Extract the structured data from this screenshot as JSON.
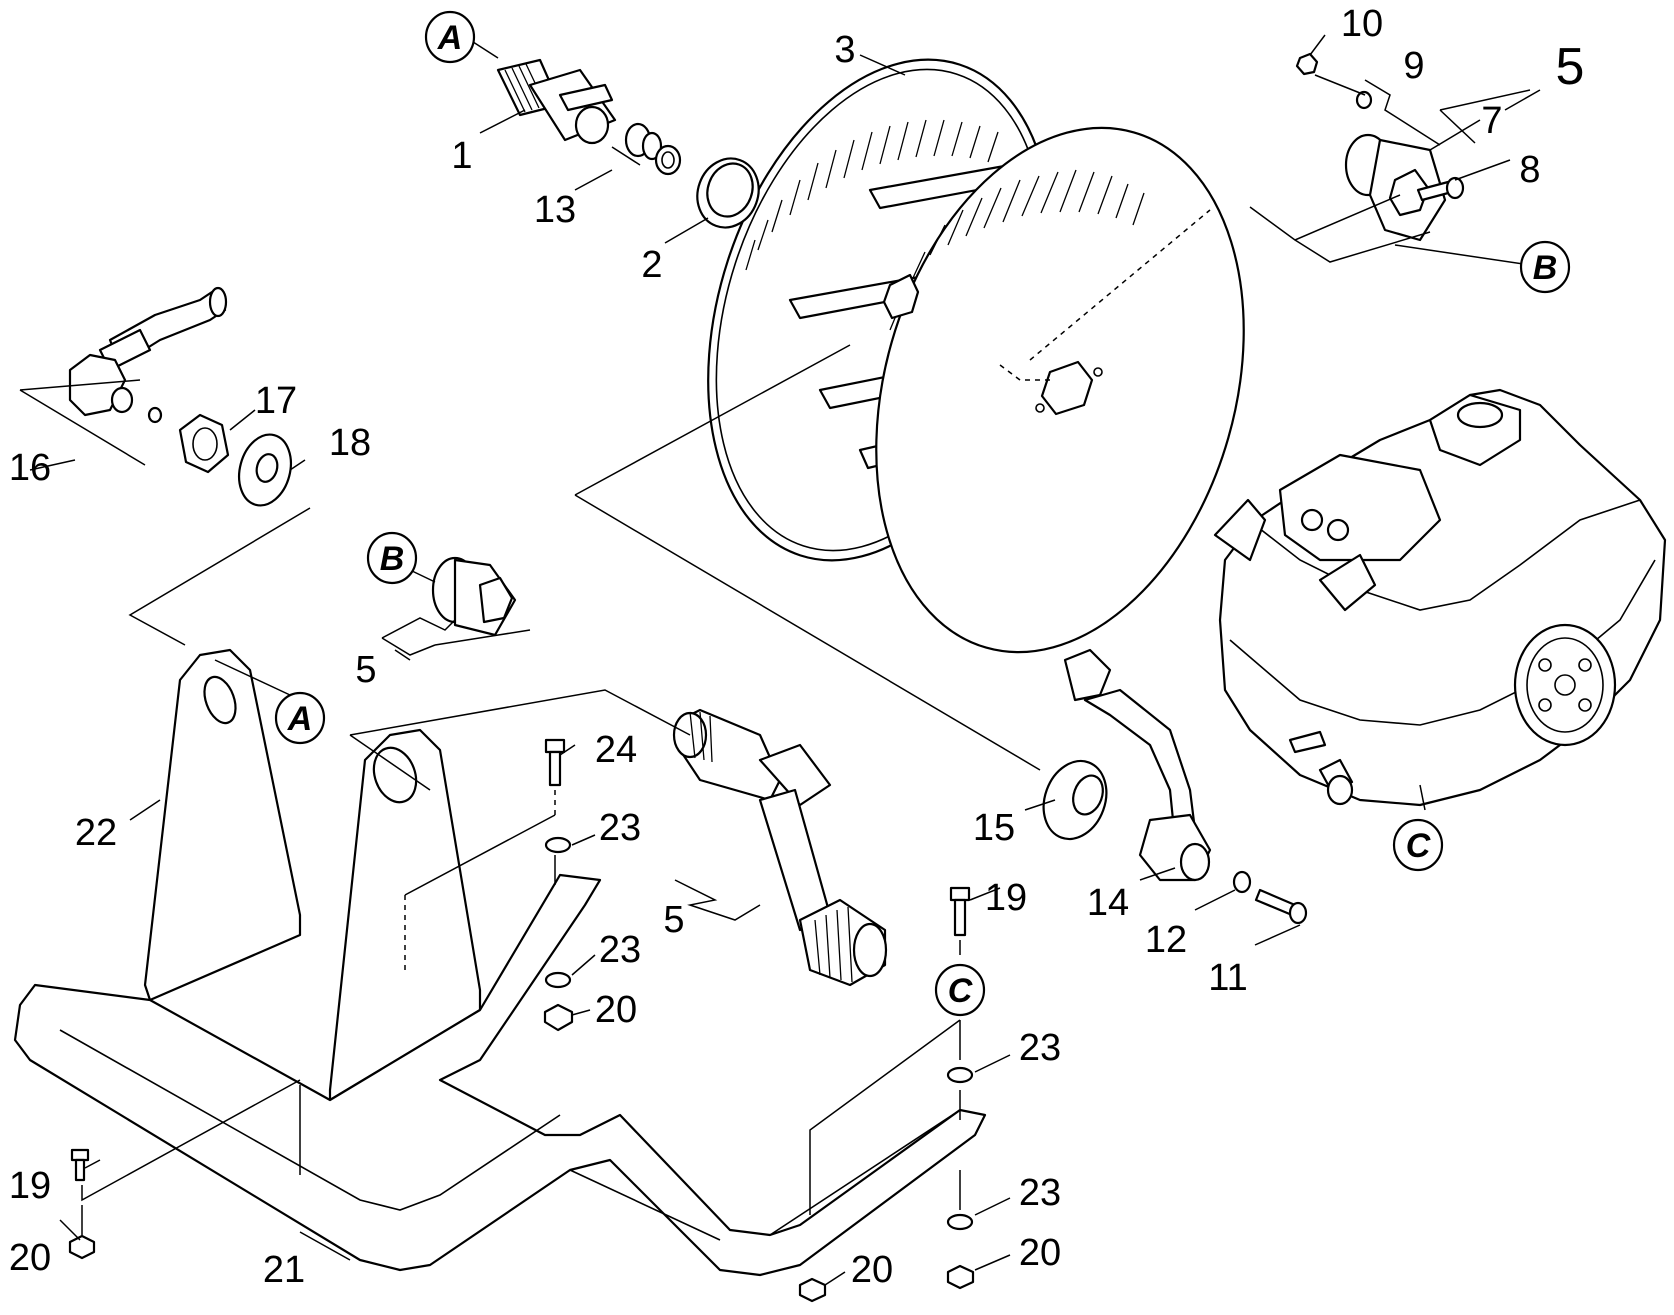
{
  "diagram": {
    "tags": {
      "a": "A",
      "b": "B",
      "c": "C"
    },
    "labels": {
      "n1": "1",
      "n2": "2",
      "n3": "3",
      "n5_top": "5",
      "n5_mid": "5",
      "n5_low": "5",
      "n7": "7",
      "n8": "8",
      "n9": "9",
      "n10": "10",
      "n11": "11",
      "n12": "12",
      "n13": "13",
      "n14": "14",
      "n15": "15",
      "n16": "16",
      "n17": "17",
      "n18": "18",
      "n19_right": "19",
      "n19_left": "19",
      "n20_mid": "20",
      "n20_left": "20",
      "n20_bottom": "20",
      "n20_right": "20",
      "n21": "21",
      "n22": "22",
      "n23_a": "23",
      "n23_b": "23",
      "n23_c": "23",
      "n23_d": "23",
      "n24": "24"
    }
  }
}
